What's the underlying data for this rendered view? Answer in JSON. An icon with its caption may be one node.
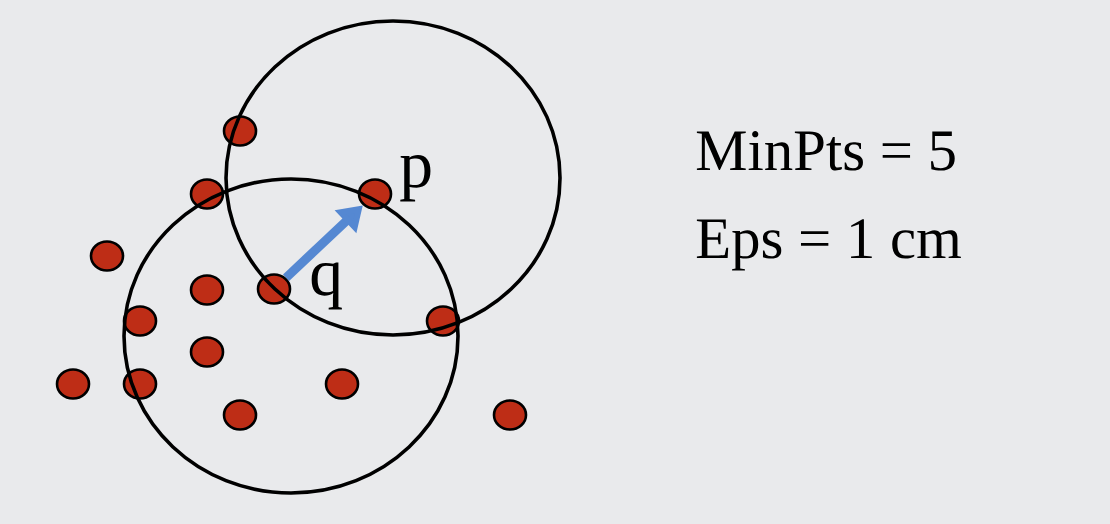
{
  "diagram": {
    "nodes": [
      {
        "text": [],
        "shape": "circle"
      },
      {
        "text": [],
        "shape": "circle"
      },
      {
        "text": [],
        "shape": "circle",
        "beside": [
          "p"
        ]
      },
      {
        "text": [],
        "shape": "circle"
      },
      {
        "text": [],
        "shape": "circle"
      },
      {
        "text": [],
        "shape": "circle",
        "beside": [
          "q"
        ]
      },
      {
        "text": [],
        "shape": "circle"
      },
      {
        "text": [],
        "shape": "circle"
      },
      {
        "text": [],
        "shape": "circle"
      },
      {
        "text": [],
        "shape": "circle"
      },
      {
        "text": [],
        "shape": "circle"
      },
      {
        "text": [],
        "shape": "circle"
      },
      {
        "text": [],
        "shape": "circle"
      },
      {
        "text": [],
        "shape": "circle"
      }
    ],
    "edges": [
      {
        "from": 5,
        "to": 2,
        "arrow": "to",
        "color": "#5588d2"
      }
    ],
    "labels": [
      "MinPts = 5",
      "Eps = 1 cm"
    ]
  }
}
